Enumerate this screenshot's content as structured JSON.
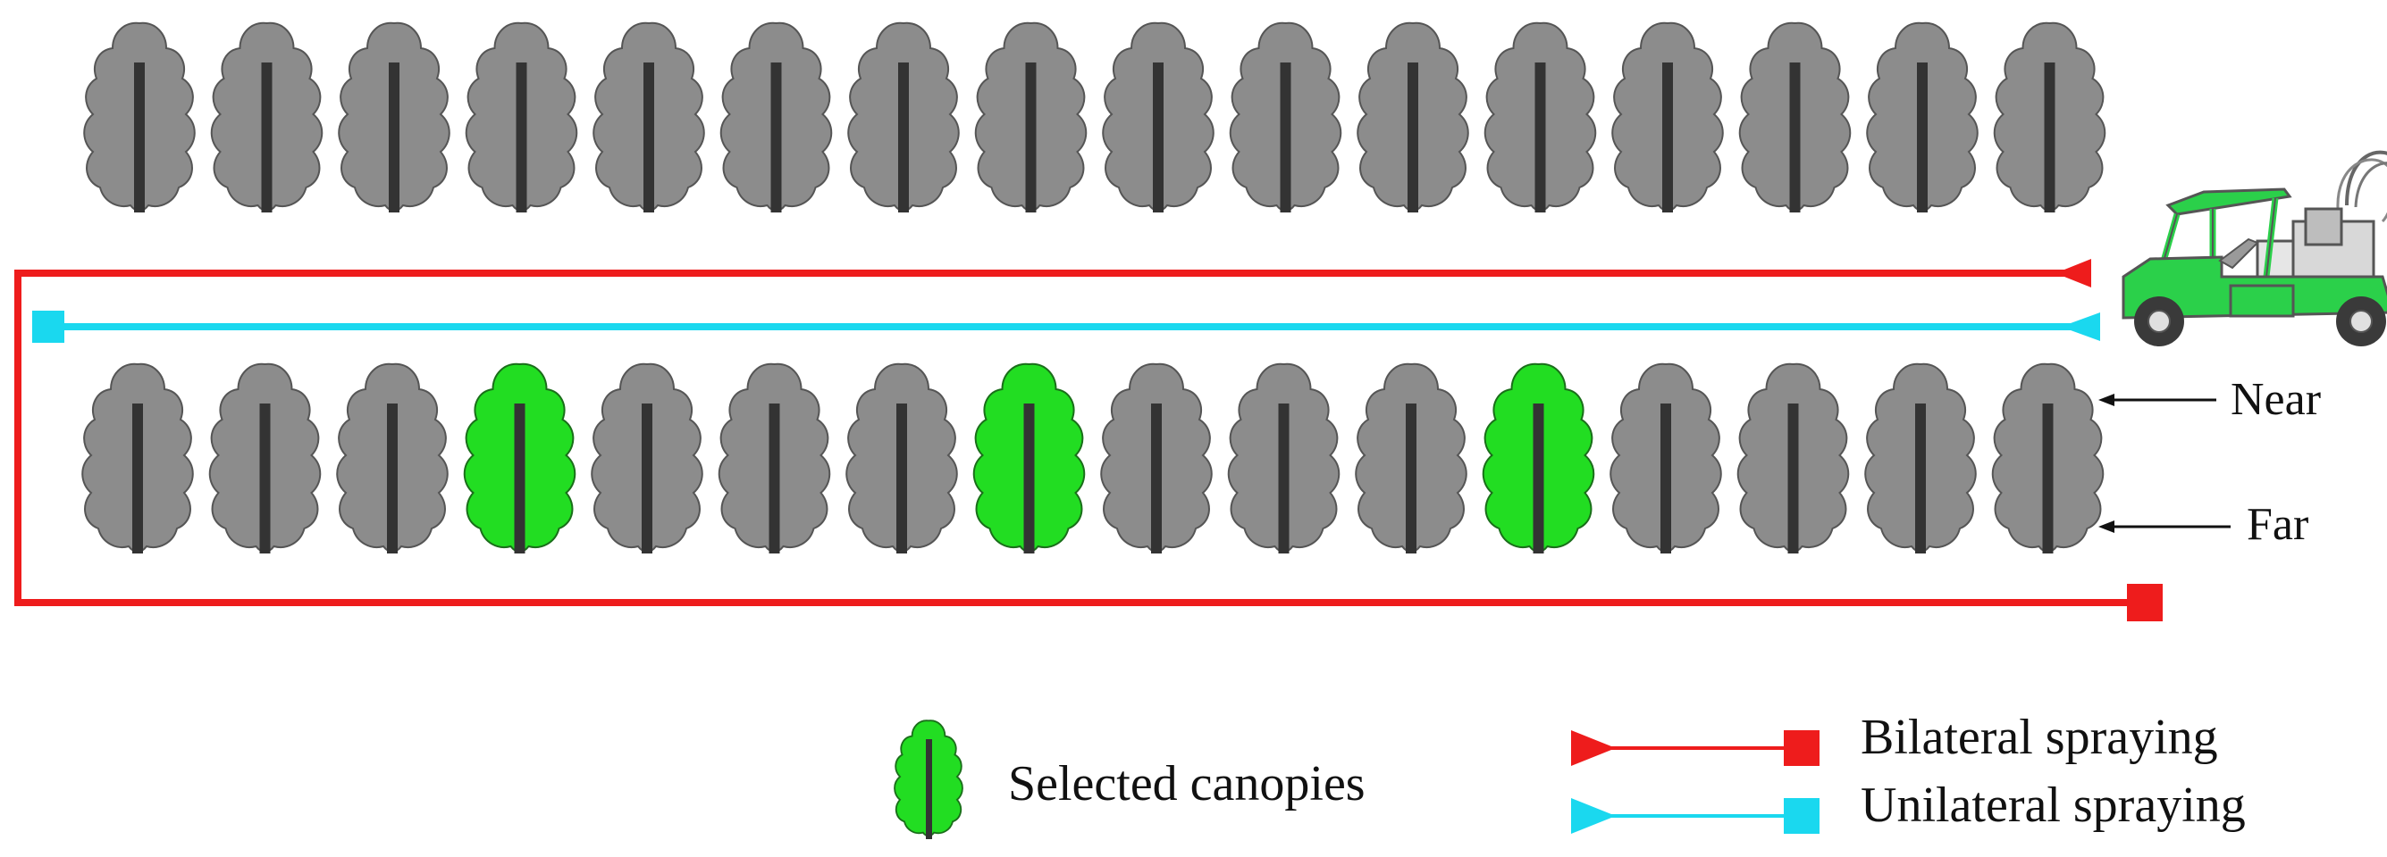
{
  "colors": {
    "canopy_default": "#8c8c8c",
    "canopy_default_stroke": "#555555",
    "canopy_selected": "#22dd22",
    "canopy_selected_stroke": "#1a6e1a",
    "trunk": "#333333",
    "bilateral": "#ee1c1c",
    "unilateral": "#1ad8ef",
    "vehicle_body": "#2bd04a",
    "vehicle_outline": "#555555"
  },
  "rows": {
    "top": {
      "tree_count": 16,
      "selected": []
    },
    "bottom": {
      "tree_count": 16,
      "selected": [
        4,
        8,
        12
      ]
    }
  },
  "markers": {
    "near": "Near",
    "far": "Far"
  },
  "legend": {
    "selected_canopies": "Selected canopies",
    "bilateral_spraying": "Bilateral spraying",
    "unilateral_spraying": "Unilateral spraying"
  },
  "icons": {
    "vehicle": "spray-vehicle-icon",
    "tree": "tree-canopy-icon"
  }
}
